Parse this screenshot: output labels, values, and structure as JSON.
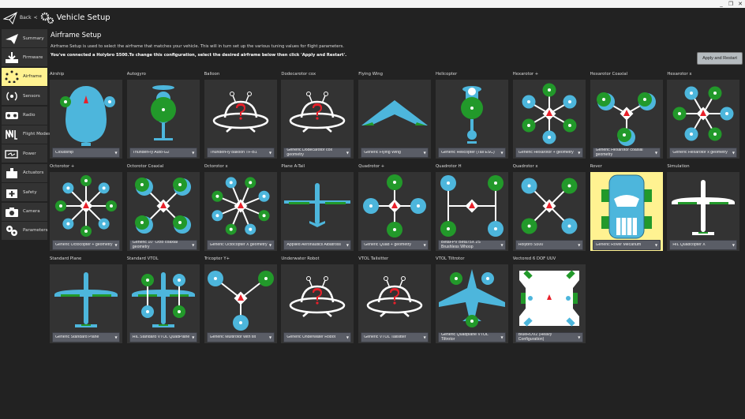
{
  "window": {
    "controls": [
      "_",
      "❐",
      "✕"
    ]
  },
  "header": {
    "back_label": "Back",
    "separator": "<",
    "title": "Vehicle Setup"
  },
  "sidebar": {
    "items": [
      {
        "label": "Summary",
        "icon": "paper-plane-icon"
      },
      {
        "label": "Firmware",
        "icon": "download-icon"
      },
      {
        "label": "Airframe",
        "icon": "airframe-icon",
        "active": true
      },
      {
        "label": "Sensors",
        "icon": "sensors-icon"
      },
      {
        "label": "Radio",
        "icon": "radio-icon"
      },
      {
        "label": "Flight Modes",
        "icon": "flight-modes-icon"
      },
      {
        "label": "Power",
        "icon": "power-icon"
      },
      {
        "label": "Actuators",
        "icon": "actuators-icon"
      },
      {
        "label": "Safety",
        "icon": "safety-icon"
      },
      {
        "label": "Camera",
        "icon": "camera-icon"
      },
      {
        "label": "Parameters",
        "icon": "parameters-icon"
      }
    ]
  },
  "main": {
    "title": "Airframe Setup",
    "description": "Airframe Setup is used to select the airframe that matches your vehicle. This will in turn set up the various tuning values for flight parameters.",
    "connected_text": "You've connected a Holybro S500.To change this configuration, select the desired airframe below then click 'Apply and Restart'.",
    "apply_label": "Apply and Restart"
  },
  "colors": {
    "blue": "#4db6dc",
    "green": "#22992a",
    "red": "#e8202a",
    "selected": "#fff291"
  },
  "airframes": [
    {
      "name": "Airship",
      "selected": "Cloudship",
      "icon": "blimp"
    },
    {
      "name": "Autogyro",
      "selected": "ThunderFly Auto-G2",
      "icon": "autogyro"
    },
    {
      "name": "Balloon",
      "selected": "ThunderFly balloon TF-B1",
      "icon": "ufo"
    },
    {
      "name": "Dodecarotor cox",
      "selected": "Generic Dodecarotor cox geometry",
      "icon": "ufo"
    },
    {
      "name": "Flying Wing",
      "selected": "Generic Flying Wing",
      "icon": "wing"
    },
    {
      "name": "Helicopter",
      "selected": "Generic Helicopter (Tail ESC)",
      "icon": "heli"
    },
    {
      "name": "Hexarotor +",
      "selected": "Generic Hexarotor + geometry",
      "icon": "hex-plus"
    },
    {
      "name": "Hexarotor Coaxial",
      "selected": "Generic Hexarotor coaxial geometry",
      "icon": "tri-coax"
    },
    {
      "name": "Hexarotor x",
      "selected": "Generic Hexarotor x geometry",
      "icon": "hex-x"
    },
    {
      "name": "Octorotor +",
      "selected": "Generic Octocopter + geometry",
      "icon": "octo-plus"
    },
    {
      "name": "Octorotor Coaxial",
      "selected": "Generic 10\" Octo coaxial geometry",
      "icon": "quad-x-coax"
    },
    {
      "name": "Octorotor x",
      "selected": "Generic Octocopter X geometry",
      "icon": "octo-x"
    },
    {
      "name": "Plane A-Tail",
      "selected": "Applied Aeronautics Albatross",
      "icon": "atail"
    },
    {
      "name": "Quadrotor +",
      "selected": "Generic Quad + geometry",
      "icon": "quad-plus"
    },
    {
      "name": "Quadrotor H",
      "selected": "BetaFPV Beta75X 2S Brushless Whoop",
      "icon": "quad-h"
    },
    {
      "name": "Quadrotor x",
      "selected": "Holybro S500",
      "icon": "quad-x"
    },
    {
      "name": "Rover",
      "selected": "Generic Rover Mecanum",
      "icon": "rover",
      "active": true
    },
    {
      "name": "Simulation",
      "selected": "HIL Quadcopter X",
      "icon": "plane-white"
    },
    {
      "name": "Standard Plane",
      "selected": "Generic Standard Plane",
      "icon": "plane"
    },
    {
      "name": "Standard VTOL",
      "selected": "HIL Standard VTOL QuadPlane",
      "icon": "vtol"
    },
    {
      "name": "Tricopter Y+",
      "selected": "Generic Multirotor with tilt",
      "icon": "tri"
    },
    {
      "name": "Underwater Robot",
      "selected": "Generic Underwater Robot",
      "icon": "ufo"
    },
    {
      "name": "VTOL Tailsitter",
      "selected": "Generic VTOL Tailsitter",
      "icon": "ufo"
    },
    {
      "name": "VTOL Tiltrotor",
      "selected": "Generic Quadplane VTOL Tiltrotor",
      "icon": "tiltrotor"
    },
    {
      "name": "Vectored 6 DOF UUV",
      "selected": "BlueROV2 (Heavy Configuration)",
      "icon": "uuv"
    }
  ]
}
